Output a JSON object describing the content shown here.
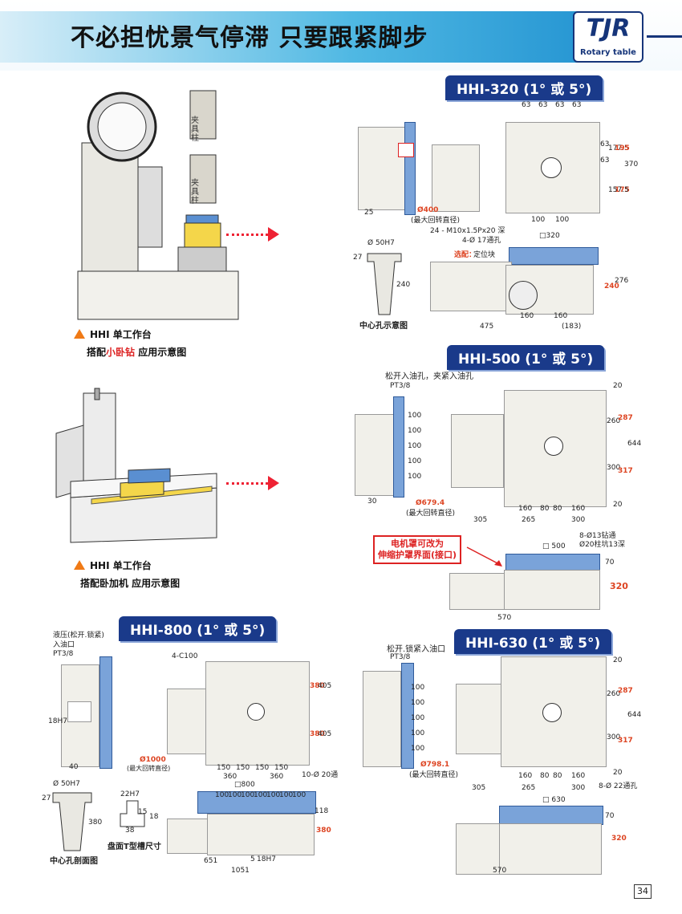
{
  "header": {
    "title": "不必担忧景气停滞  只要跟紧脚步",
    "logo_text": "TJR",
    "logo_sub": "Rotary table"
  },
  "sec320": {
    "title": "HHI-320 (1° 或 5°)",
    "dims": {
      "top": [
        "63",
        "63",
        "63",
        "63"
      ],
      "right": [
        "63",
        "63",
        "177.5",
        "195",
        "175",
        "157.5",
        "370"
      ],
      "d400": "Ø400",
      "d400_note": "(最大回转直径)",
      "tap": "24 - M10x1.5Px20 深",
      "holes": "4-Ø 17通孔",
      "b1": "25",
      "b2": "100",
      "b3": "100",
      "sq": "□320",
      "opt": "选配：",
      "opt2": "定位块",
      "h1": "240",
      "h2": "276",
      "w1": "160",
      "w2": "160",
      "w3": "(183)",
      "w4": "475",
      "cl_d": "Ø 50H7",
      "cl_h1": "27",
      "cl_h2": "240",
      "cl_cap": "中心孔示意图"
    }
  },
  "app1": {
    "label1": "HHI 单工作台",
    "label2a": "搭配",
    "label2b": "小卧钻",
    "label2c": " 应用示意图",
    "fixture": "夹具柱"
  },
  "sec500": {
    "title": "HHI-500 (1° 或 5°)",
    "dims": {
      "oil": "松开入油孔，夹紧入油孔",
      "pt": "PT3/8",
      "ladder": [
        "100",
        "100",
        "100",
        "100",
        "100"
      ],
      "d": "Ø679.4",
      "d_note": "(最大回转直径)",
      "b30": "30",
      "r1": "20",
      "r2": "260",
      "r3": "287",
      "r4": "644",
      "r5": "300",
      "r6": "317",
      "r7": "20",
      "w": [
        "160",
        "80",
        "80",
        "160"
      ],
      "w305": "305",
      "w265": "265",
      "w300": "300",
      "holes1": "8-Ø13钻通",
      "holes2": "Ø20柱坑13深",
      "sq": "□ 500",
      "h70": "70",
      "h320": "320",
      "w570": "570",
      "note1": "电机罩可改为",
      "note2": "伸缩护罩界面(接口)"
    }
  },
  "app2": {
    "label1": "HHI 单工作台",
    "label2": "搭配卧加机  应用示意图"
  },
  "sec800": {
    "title": "HHI-800 (1° 或 5°)",
    "dims": {
      "oil1": "液压(松开.锁紧)",
      "oil2": "入油口",
      "pt": "PT3/8",
      "c": "4-C100",
      "h18": "18H7",
      "b40": "40",
      "d": "Ø1000",
      "d_note": "(最大回转直径)",
      "r380a": "380",
      "r405a": "405",
      "r380b": "380",
      "r405b": "405",
      "w150": [
        "150",
        "150",
        "150",
        "150"
      ],
      "w360a": "360",
      "w360b": "360",
      "holes": "10-Ø 20通",
      "cl_d": "Ø 50H7",
      "cl_h1": "27",
      "cl_h2": "380",
      "cl_cap": "中心孔剖面图",
      "t22": "22H7",
      "t38": "38",
      "t15": "15",
      "t18": "18",
      "t_cap": "盘面T型槽尺寸",
      "sq": "□800",
      "top100": [
        "100",
        "100",
        "100",
        "100",
        "100",
        "100",
        "100"
      ],
      "h118": "118",
      "h380": "380",
      "w651": "651",
      "w5": "5",
      "w18": "18H7",
      "w1051": "1051"
    }
  },
  "sec630": {
    "title": "HHI-630 (1° 或 5°)",
    "dims": {
      "oil": "松开.锁紧入油口",
      "pt": "PT3/8",
      "ladder": [
        "100",
        "100",
        "100",
        "100",
        "100"
      ],
      "d": "Ø798.1",
      "d_note": "(最大回转直径)",
      "r1": "20",
      "r2": "260",
      "r3": "287",
      "r4": "644",
      "r5": "300",
      "r6": "317",
      "r7": "20",
      "w": [
        "160",
        "80",
        "80",
        "160"
      ],
      "w305": "305",
      "w265": "265",
      "w300": "300",
      "holes": "8-Ø 22通孔",
      "sq": "□ 630",
      "h70": "70",
      "h320": "320",
      "w570": "570"
    }
  },
  "page": {
    "number": "34"
  },
  "colors": {
    "navy": "#1a3a8a",
    "accent_red": "#dd2222",
    "orange": "#f07a16",
    "sky": "#4fb8e3"
  }
}
